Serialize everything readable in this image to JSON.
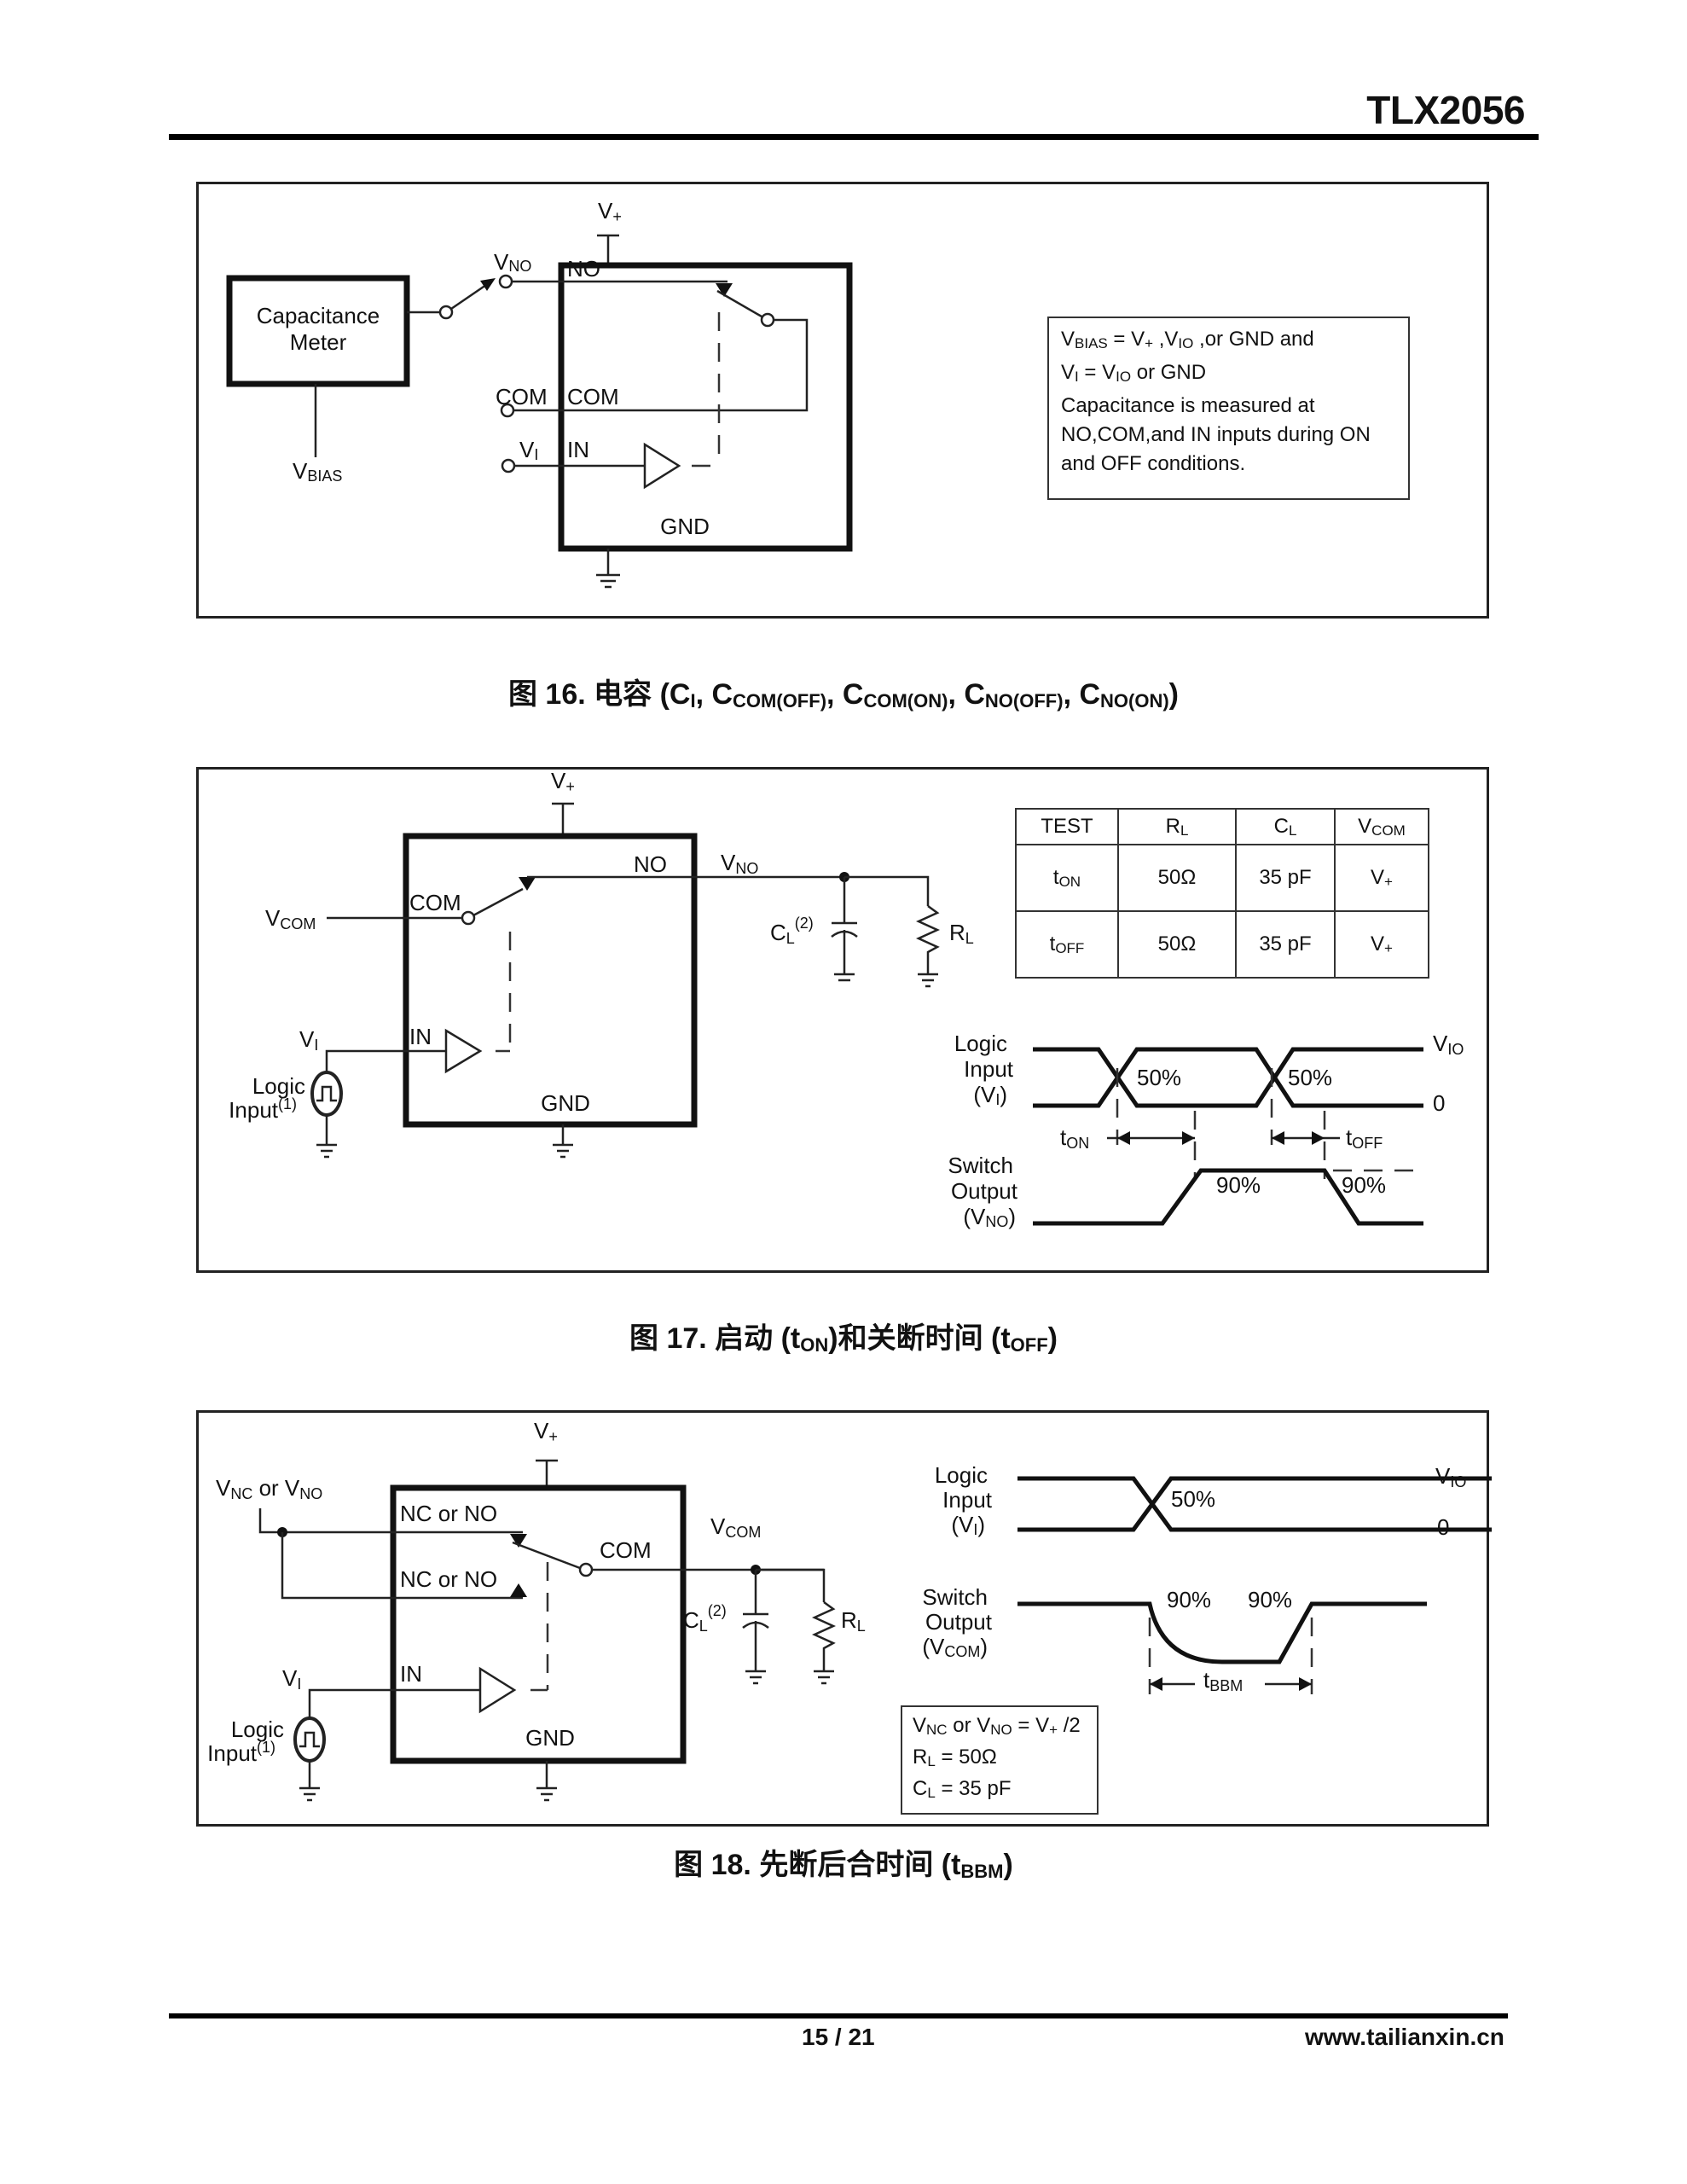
{
  "header": {
    "title": "TLX2056"
  },
  "footer": {
    "page": "15 / 21",
    "website": "www.tailianxin.cn"
  },
  "figure16": {
    "caption_prefix": "图 16. 电容 (C",
    "caption_parts": [
      "I",
      ", C",
      "COM(OFF)",
      ", C",
      "COM(ON)",
      ", C",
      "NO(OFF)",
      ", C",
      "NO(ON)",
      ")"
    ],
    "meter_line1": "Capacitance",
    "meter_line2": "Meter",
    "vbias_label": "V",
    "vbias_sub": "BIAS",
    "vplus": "V",
    "vplus_sub": "+",
    "vno_label": "V",
    "vno_sub": "NO",
    "pin_no": "NO",
    "ext_com": "COM",
    "pin_com": "COM",
    "vi_label": "V",
    "vi_sub": "I",
    "pin_in": "IN",
    "pin_gnd": "GND",
    "note": {
      "line1_a": "V",
      "line1_a_sub": "BIAS",
      "line1_b": " = V",
      "line1_b_sub": "+",
      "line1_c": " ,V",
      "line1_c_sub": "IO",
      "line1_d": " ,or GND and",
      "line2_a": "V",
      "line2_a_sub": "I",
      "line2_b": " = V",
      "line2_b_sub": "IO",
      "line2_c": " or GND",
      "line3": "Capacitance is measured at",
      "line4": "NO,COM,and IN inputs during ON",
      "line5": "and OFF conditions."
    }
  },
  "figure17": {
    "caption_a": "图 17. 启动 (t",
    "caption_a_sub": "ON",
    "caption_b": ")和关断时间 (t",
    "caption_b_sub": "OFF",
    "caption_c": ")",
    "vplus": "V",
    "vplus_sub": "+",
    "vcom": "V",
    "vcom_sub": "COM",
    "pin_com": "COM",
    "pin_no": "NO",
    "vno": "V",
    "vno_sub": "NO",
    "cl": "C",
    "cl_sub": "L",
    "cl_sup": "(2)",
    "rl": "R",
    "rl_sub": "L",
    "vi": "V",
    "vi_sub": "I",
    "pin_in": "IN",
    "pin_gnd": "GND",
    "logic_line1": "Logic",
    "logic_line2": "Input",
    "logic_sup": "(1)",
    "table": {
      "headers": [
        "TEST",
        "R",
        "C",
        "V"
      ],
      "header_subs": [
        "",
        "L",
        "L",
        "COM"
      ],
      "rows": [
        {
          "test": "t",
          "test_sub": "ON",
          "rl": "50Ω",
          "cl": "35 pF",
          "vcom": "V",
          "vcom_sub": "+"
        },
        {
          "test": "t",
          "test_sub": "OFF",
          "rl": "50Ω",
          "cl": "35 pF",
          "vcom": "V",
          "vcom_sub": "+"
        }
      ]
    },
    "timing": {
      "in_label1": "Logic",
      "in_label2": "Input",
      "in_label3": "(V",
      "in_label3_sub": "I",
      "in_label3_end": ")",
      "out_label1": "Switch",
      "out_label2": "Output",
      "out_label3": "(V",
      "out_label3_sub": "NO",
      "out_label3_end": ")",
      "vio": "V",
      "vio_sub": "IO",
      "zero": "0",
      "pct50_a": "50%",
      "pct50_b": "50%",
      "pct90_a": "90%",
      "pct90_b": "90%",
      "ton": "t",
      "ton_sub": "ON",
      "toff": "t",
      "toff_sub": "OFF"
    }
  },
  "figure18": {
    "caption_a": "图 18. 先断后合时间 (t",
    "caption_a_sub": "BBM",
    "caption_b": ")",
    "vplus": "V",
    "vplus_sub": "+",
    "vnc": "V",
    "vnc_sub": "NC",
    "vnc_or": " or V",
    "vno_sub": "NO",
    "pin_ncno1": "NC or NO",
    "pin_ncno2": "NC or NO",
    "pin_com": "COM",
    "vcom": "V",
    "vcom_sub": "COM",
    "cl": "C",
    "cl_sub": "L",
    "cl_sup": "(2)",
    "rl": "R",
    "rl_sub": "L",
    "vi": "V",
    "vi_sub": "I",
    "pin_in": "IN",
    "pin_gnd": "GND",
    "logic_line1": "Logic",
    "logic_line2": "Input",
    "logic_sup": "(1)",
    "timing": {
      "in_label1": "Logic",
      "in_label2": "Input",
      "in_label3": "(V",
      "in_label3_sub": "I",
      "in_label3_end": ")",
      "out_label1": "Switch",
      "out_label2": "Output",
      "out_label3": "(V",
      "out_label3_sub": "COM",
      "out_label3_end": ")",
      "vio": "V",
      "vio_sub": "IO",
      "zero": "0",
      "pct50": "50%",
      "pct90_a": "90%",
      "pct90_b": "90%",
      "tbbm": "t",
      "tbbm_sub": "BBM"
    },
    "note": {
      "line1_a": "V",
      "line1_a_sub": "NC",
      "line1_b": " or V",
      "line1_b_sub": "NO",
      "line1_c": " = V",
      "line1_c_sub": "+",
      "line1_d": " /2",
      "line2_a": "R",
      "line2_a_sub": "L",
      "line2_b": " = 50Ω",
      "line3_a": "C",
      "line3_a_sub": "L",
      "line3_b": " = 35 pF"
    }
  }
}
